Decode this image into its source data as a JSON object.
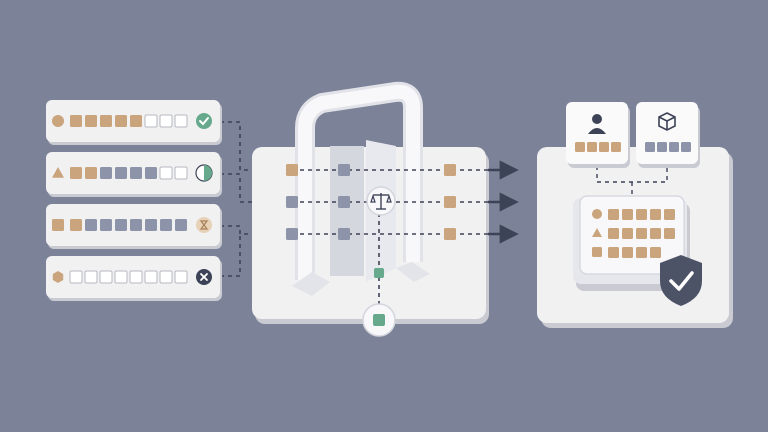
{
  "colors": {
    "background": "#7c8399",
    "card": "#f1f1f2",
    "card_shadow": "#c9cad2",
    "tan": "#c9a47c",
    "slate": "#8d93a8",
    "empty": "#ffffff",
    "green": "#66a98c",
    "dark": "#3d4357",
    "dashed_line": "#3d4357",
    "shield": "#4d5366"
  },
  "input_rows": [
    {
      "shape_icon": "circle-icon",
      "cells": [
        "tan",
        "tan",
        "tan",
        "tan",
        "tan",
        "empty",
        "empty",
        "empty"
      ],
      "status_icon": "check-circle-icon"
    },
    {
      "shape_icon": "triangle-icon",
      "cells": [
        "tan",
        "tan",
        "slate",
        "slate",
        "slate",
        "slate",
        "empty",
        "empty"
      ],
      "status_icon": "half-circle-icon"
    },
    {
      "shape_icon": "square-icon",
      "cells": [
        "tan",
        "slate",
        "slate",
        "slate",
        "slate",
        "slate",
        "slate",
        "slate"
      ],
      "status_icon": "hourglass-icon"
    },
    {
      "shape_icon": "hexagon-icon",
      "cells": [
        "empty",
        "empty",
        "empty",
        "empty",
        "empty",
        "empty",
        "empty",
        "empty"
      ],
      "status_icon": "x-circle-icon"
    }
  ],
  "gate": {
    "entry_cells": [
      "tan",
      "slate",
      "slate"
    ],
    "inside_cells": [
      "slate",
      "slate",
      "slate"
    ],
    "exit_cells": [
      "tan",
      "tan",
      "tan"
    ],
    "center_icon": "scale-balance-icon",
    "bottom_icon": "green-square-icon"
  },
  "output": {
    "top_cards": [
      {
        "icon": "user-icon",
        "cells": [
          "tan",
          "tan",
          "tan",
          "tan"
        ]
      },
      {
        "icon": "cube-icon",
        "cells": [
          "slate",
          "slate",
          "slate",
          "slate"
        ]
      }
    ],
    "grid_rows": [
      {
        "shape_icon": "circle-icon",
        "cells": [
          "tan",
          "tan",
          "tan",
          "tan",
          "tan"
        ]
      },
      {
        "shape_icon": "triangle-icon",
        "cells": [
          "tan",
          "tan",
          "tan",
          "tan",
          "tan"
        ]
      },
      {
        "shape_icon": "square-icon",
        "cells": [
          "tan",
          "tan",
          "tan",
          "tan"
        ]
      }
    ],
    "badge_icon": "shield-check-icon"
  }
}
